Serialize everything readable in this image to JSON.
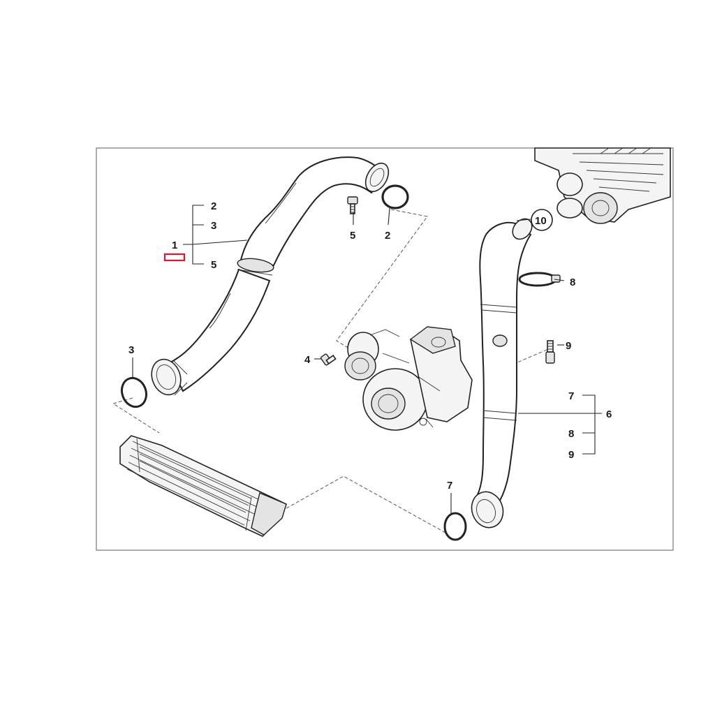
{
  "diagram": {
    "accent_colors": {
      "highlight_hose": "#f7e3bd",
      "marker": "#e0162b"
    },
    "labels": {
      "key_1": "1",
      "key_2": "2",
      "key_3": "3",
      "key_5": "5",
      "clamp_5": "5",
      "ring_2": "2",
      "ring_3": "3",
      "bolt_4": "4",
      "part_10": "10",
      "clamp_8": "8",
      "sensor_9": "9",
      "key_7": "7",
      "key_6": "6",
      "key_8": "8",
      "key_9": "9",
      "ring_7": "7"
    }
  }
}
